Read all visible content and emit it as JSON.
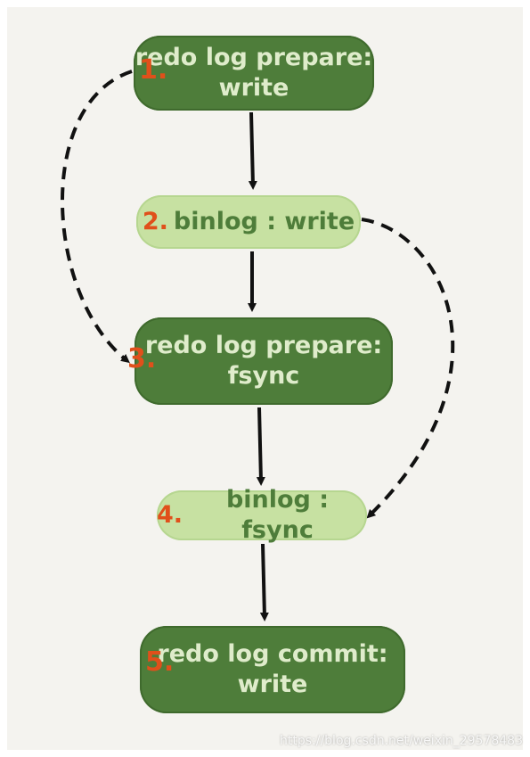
{
  "nodes": [
    {
      "num": "1.",
      "line1": "redo log prepare:",
      "line2": "write",
      "color": "#4e7d3a"
    },
    {
      "num": "2.",
      "line1": "binlog : write",
      "color": "#c7e1a2"
    },
    {
      "num": "3.",
      "line1": "redo log prepare:",
      "line2": "fsync",
      "color": "#4e7d3a"
    },
    {
      "num": "4.",
      "line1": "binlog : fsync",
      "color": "#c7e1a2"
    },
    {
      "num": "5.",
      "line1": "redo log commit:",
      "line2": "write",
      "color": "#4e7d3a"
    }
  ],
  "colors": {
    "accent_number": "#e0501b",
    "dark_box": "#4e7d3a",
    "light_box": "#c7e1a2",
    "arrow": "#111111",
    "background": "#f4f3ef"
  },
  "watermark": "https://blog.csdn.net/weixin_29578483"
}
